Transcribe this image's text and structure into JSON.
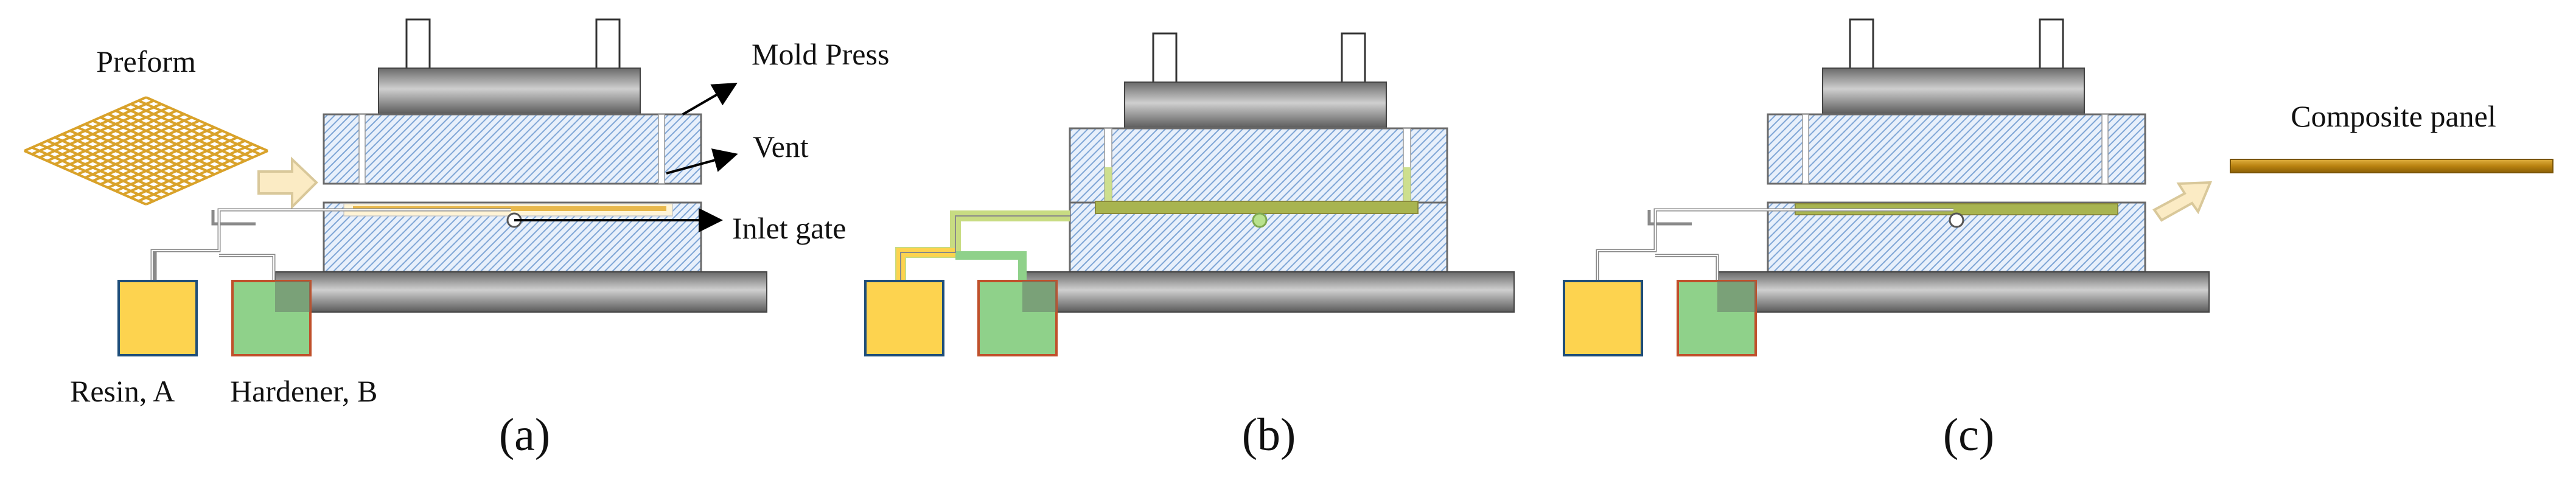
{
  "labels": {
    "preform": "Preform",
    "mold_press": "Mold Press",
    "vent": "Vent",
    "inlet_gate": "Inlet gate",
    "resin": "Resin, A",
    "hardener": "Hardener, B",
    "composite_panel": "Composite panel"
  },
  "panels": [
    {
      "id": "a",
      "caption": "(a)"
    },
    {
      "id": "b",
      "caption": "(b)"
    },
    {
      "id": "c",
      "caption": "(c)"
    }
  ],
  "colors": {
    "resin": "#FDD34F",
    "resin_border": "#1F4E79",
    "hardener": "#8FD18A",
    "hardener_border": "#C0502B",
    "mixed_resin": "#C8DC82",
    "preform": "#E0A82E",
    "composite": "#C08A10",
    "mold_hatch": "#7FA6D6",
    "arrow_fill": "#FBEBC4",
    "arrow_stroke": "#D9C89A"
  }
}
